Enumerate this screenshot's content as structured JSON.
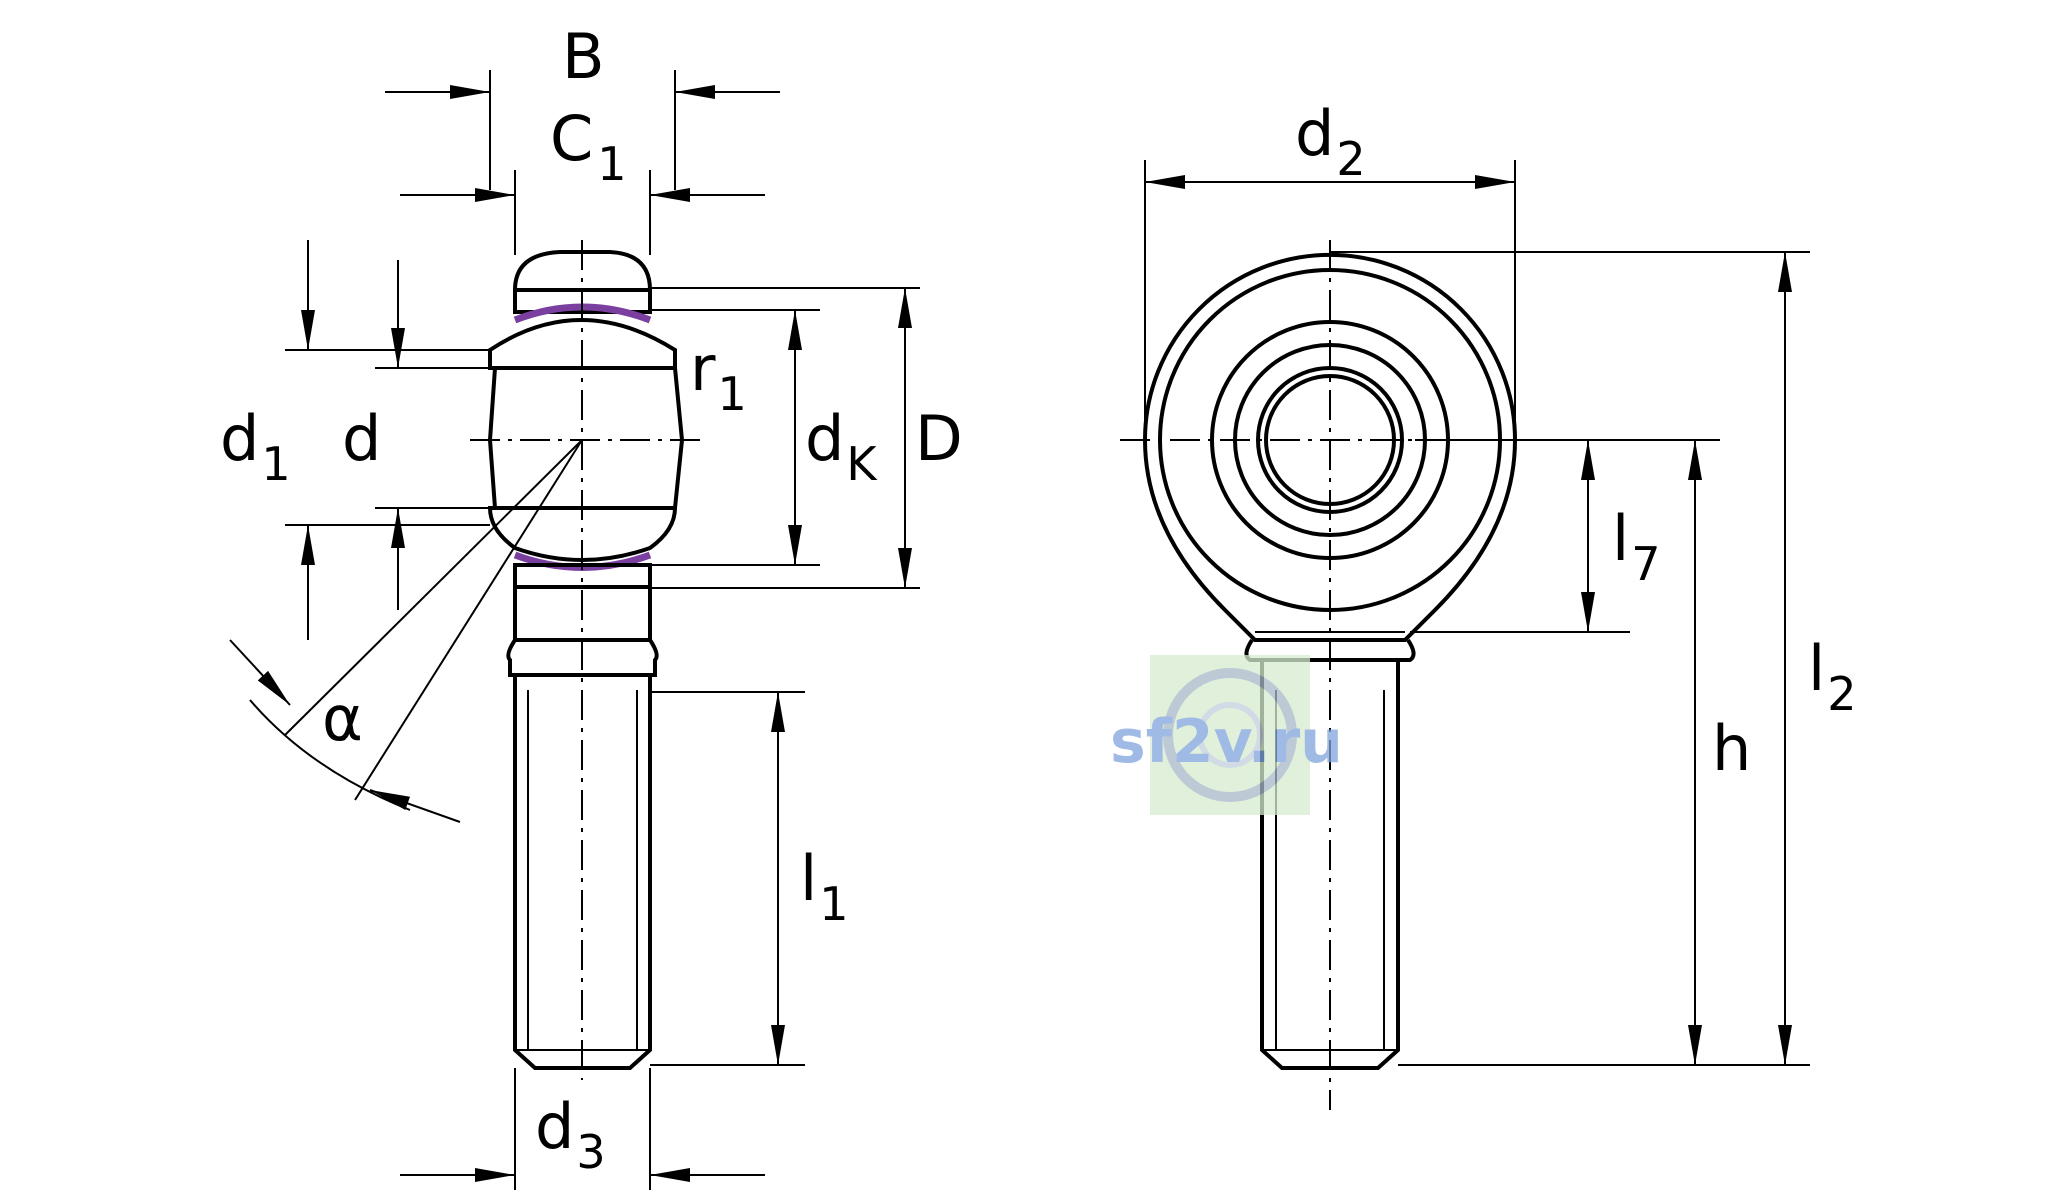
{
  "labels": {
    "B": "B",
    "C": "C",
    "C_sub": "1",
    "d1": "d",
    "d1_sub": "1",
    "d": "d",
    "r1": "r",
    "r1_sub": "1",
    "dk": "d",
    "dk_sub": "K",
    "D": "D",
    "alpha": "α",
    "d3": "d",
    "d3_sub": "3",
    "l1": "l",
    "l1_sub": "1",
    "d2": "d",
    "d2_sub": "2",
    "l7": "l",
    "l7_sub": "7",
    "h": "h",
    "l2": "l",
    "l2_sub": "2"
  },
  "watermark": {
    "text": "sf2v.ru"
  },
  "colors": {
    "line": "#000000",
    "seal": "#7b3fa0",
    "watermark": "#7fa3dc"
  }
}
